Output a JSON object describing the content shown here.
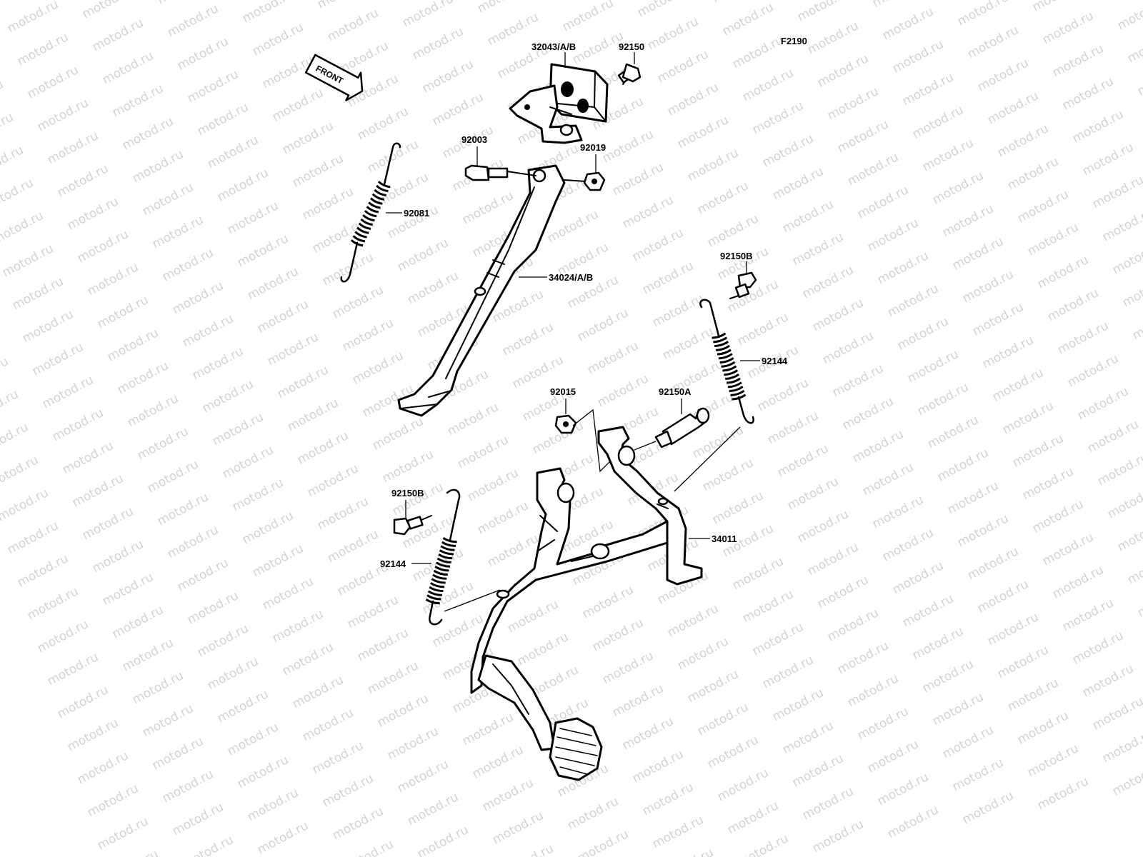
{
  "figure": {
    "code": "F2190",
    "front_arrow": "FRONT",
    "watermark": "motod.ru",
    "parts": [
      {
        "id": "bracket",
        "label": "32043/A/B"
      },
      {
        "id": "bolt-top",
        "label": "92150"
      },
      {
        "id": "pivot-bolt",
        "label": "92003"
      },
      {
        "id": "nut-top",
        "label": "92019"
      },
      {
        "id": "spring-side",
        "label": "92081"
      },
      {
        "id": "side-stand",
        "label": "34024/A/B"
      },
      {
        "id": "bolt-right",
        "label": "92150B"
      },
      {
        "id": "spring-right",
        "label": "92144"
      },
      {
        "id": "nut-center",
        "label": "92015"
      },
      {
        "id": "pivot-center",
        "label": "92150A"
      },
      {
        "id": "bolt-left",
        "label": "92150B"
      },
      {
        "id": "spring-left",
        "label": "92144"
      },
      {
        "id": "main-stand",
        "label": "34011"
      }
    ]
  }
}
